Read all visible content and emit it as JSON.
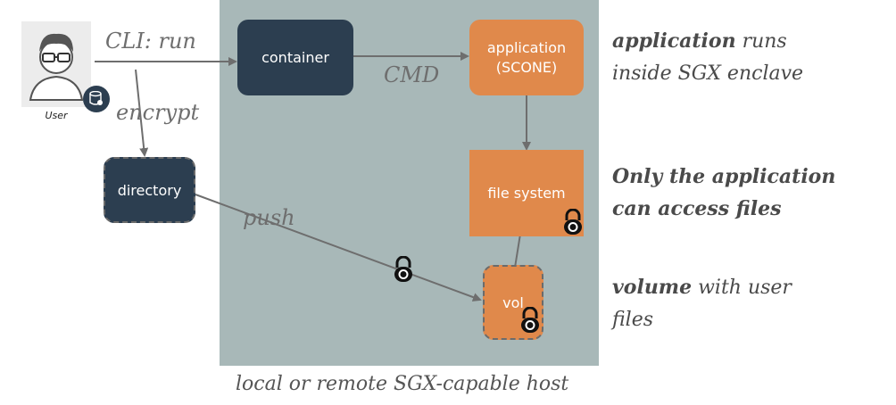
{
  "host": {
    "caption": "local or remote SGX-capable host"
  },
  "user": {
    "label": "User"
  },
  "nodes": {
    "container": "container",
    "application": "application (SCONE)",
    "application_line1": "application",
    "application_line2": "(SCONE)",
    "directory": "directory",
    "file_system": "file system",
    "vol": "vol"
  },
  "edges": {
    "cli_run": "CLI: run",
    "cmd": "CMD",
    "encrypt": "encrypt",
    "push": "push"
  },
  "notes": {
    "n1_bold": "application",
    "n1_rest_a": " runs",
    "n1_rest_b": "inside SGX enclave",
    "n2_line1": "Only the application",
    "n2_line2": "can access files",
    "n3_bold": "volume",
    "n3_rest_a": " with user",
    "n3_rest_b": "files"
  },
  "colors": {
    "host_bg": "#a8b8b8",
    "dark_node": "#2c3e50",
    "orange_node": "#e0894b",
    "arrow": "#6e6e6e"
  },
  "icons": [
    "user-avatar-icon",
    "encrypted-disk-icon",
    "padlock-icon"
  ]
}
